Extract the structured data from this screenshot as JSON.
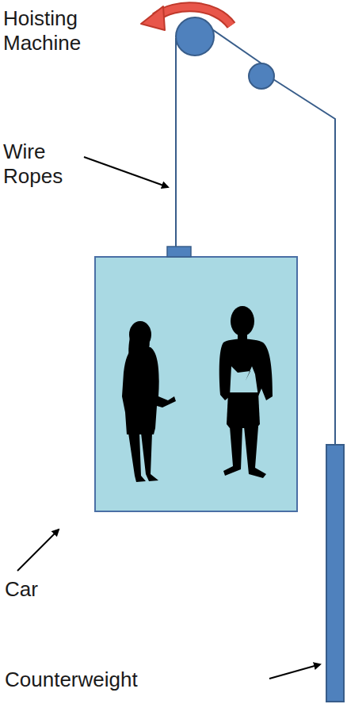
{
  "diagram": {
    "labels": [
      "Hoisting Machine",
      "Wire Ropes",
      "Car",
      "Counterweight"
    ]
  }
}
